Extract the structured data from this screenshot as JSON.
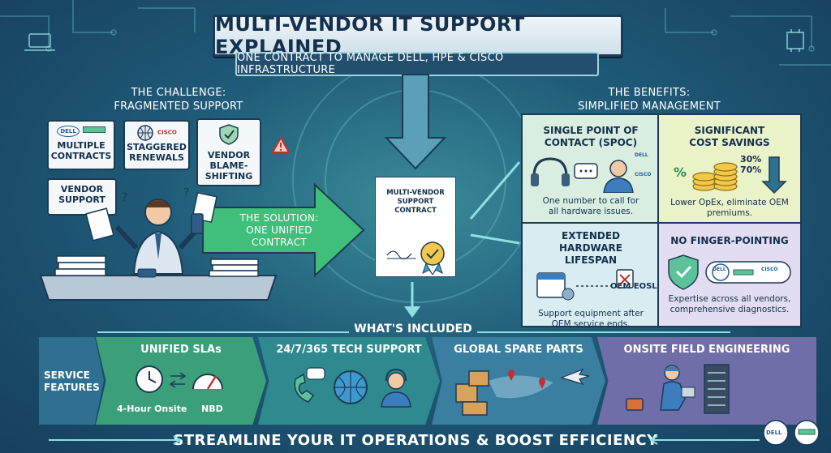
{
  "title": "MULTI-VENDOR IT SUPPORT EXPLAINED",
  "subtitle": "ONE CONTRACT TO MANAGE DELL, HPE & CISCO INFRASTRUCTURE",
  "challenge": {
    "heading_line1": "THE CHALLENGE:",
    "heading_line2": "FRAGMENTED SUPPORT",
    "cards": {
      "multiple_contracts": "MULTIPLE CONTRACTS",
      "staggered_renewals": "STAGGERED RENEWALS",
      "vendor_blame": "VENDOR BLAME-SHIFTING",
      "vendor_support": "VENDOR SUPPORT"
    },
    "logo_dell": "DELL",
    "logo_cisco": "CISCO"
  },
  "solution": {
    "label_line1": "THE SOLUTION:",
    "label_line2": "ONE UNIFIED",
    "label_line3": "CONTRACT",
    "document_title": "MULTI-VENDOR SUPPORT CONTRACT"
  },
  "benefits": {
    "heading_line1": "THE BENEFITS:",
    "heading_line2": "SIMPLIFIED MANAGEMENT",
    "spoc": {
      "title": "SINGLE POINT OF CONTACT (SPOC)",
      "text": "One number to call for all hardware issues.",
      "logo1": "DELL",
      "logo2": "CISCO"
    },
    "savings": {
      "title": "SIGNIFICANT COST SAVINGS",
      "pct1": "30%",
      "pct2": "70%",
      "text": "Lower OpEx, eliminate OEM premiums."
    },
    "lifespan": {
      "title": "EXTENDED HARDWARE LIFESPAN",
      "eosl": "OEM EOSL",
      "text": "Support equipment after OEM service ends."
    },
    "finger": {
      "title": "NO FINGER-POINTING",
      "logo1": "DELL",
      "logo2": "CISCO",
      "text": "Expertise across all vendors, comprehensive diagnostics."
    }
  },
  "included": {
    "label": "WHAT'S INCLUDED",
    "service_features_line1": "SERVICE",
    "service_features_line2": "FEATURES",
    "sla": {
      "title": "UNIFIED SLAs",
      "left": "4-Hour Onsite",
      "right": "NBD"
    },
    "support": {
      "title": "24/7/365 TECH SUPPORT"
    },
    "parts": {
      "title": "GLOBAL SPARE PARTS"
    },
    "field": {
      "title": "ONSITE FIELD ENGINEERING"
    }
  },
  "footer": "STREAMLINE YOUR IT OPERATIONS & BOOST EFFICIENCY",
  "corner_logos": {
    "dell": "DELL"
  },
  "colors": {
    "teal": "#5fd0c8",
    "green_arrow": "#3fbf7a",
    "navy": "#1d3a55"
  }
}
